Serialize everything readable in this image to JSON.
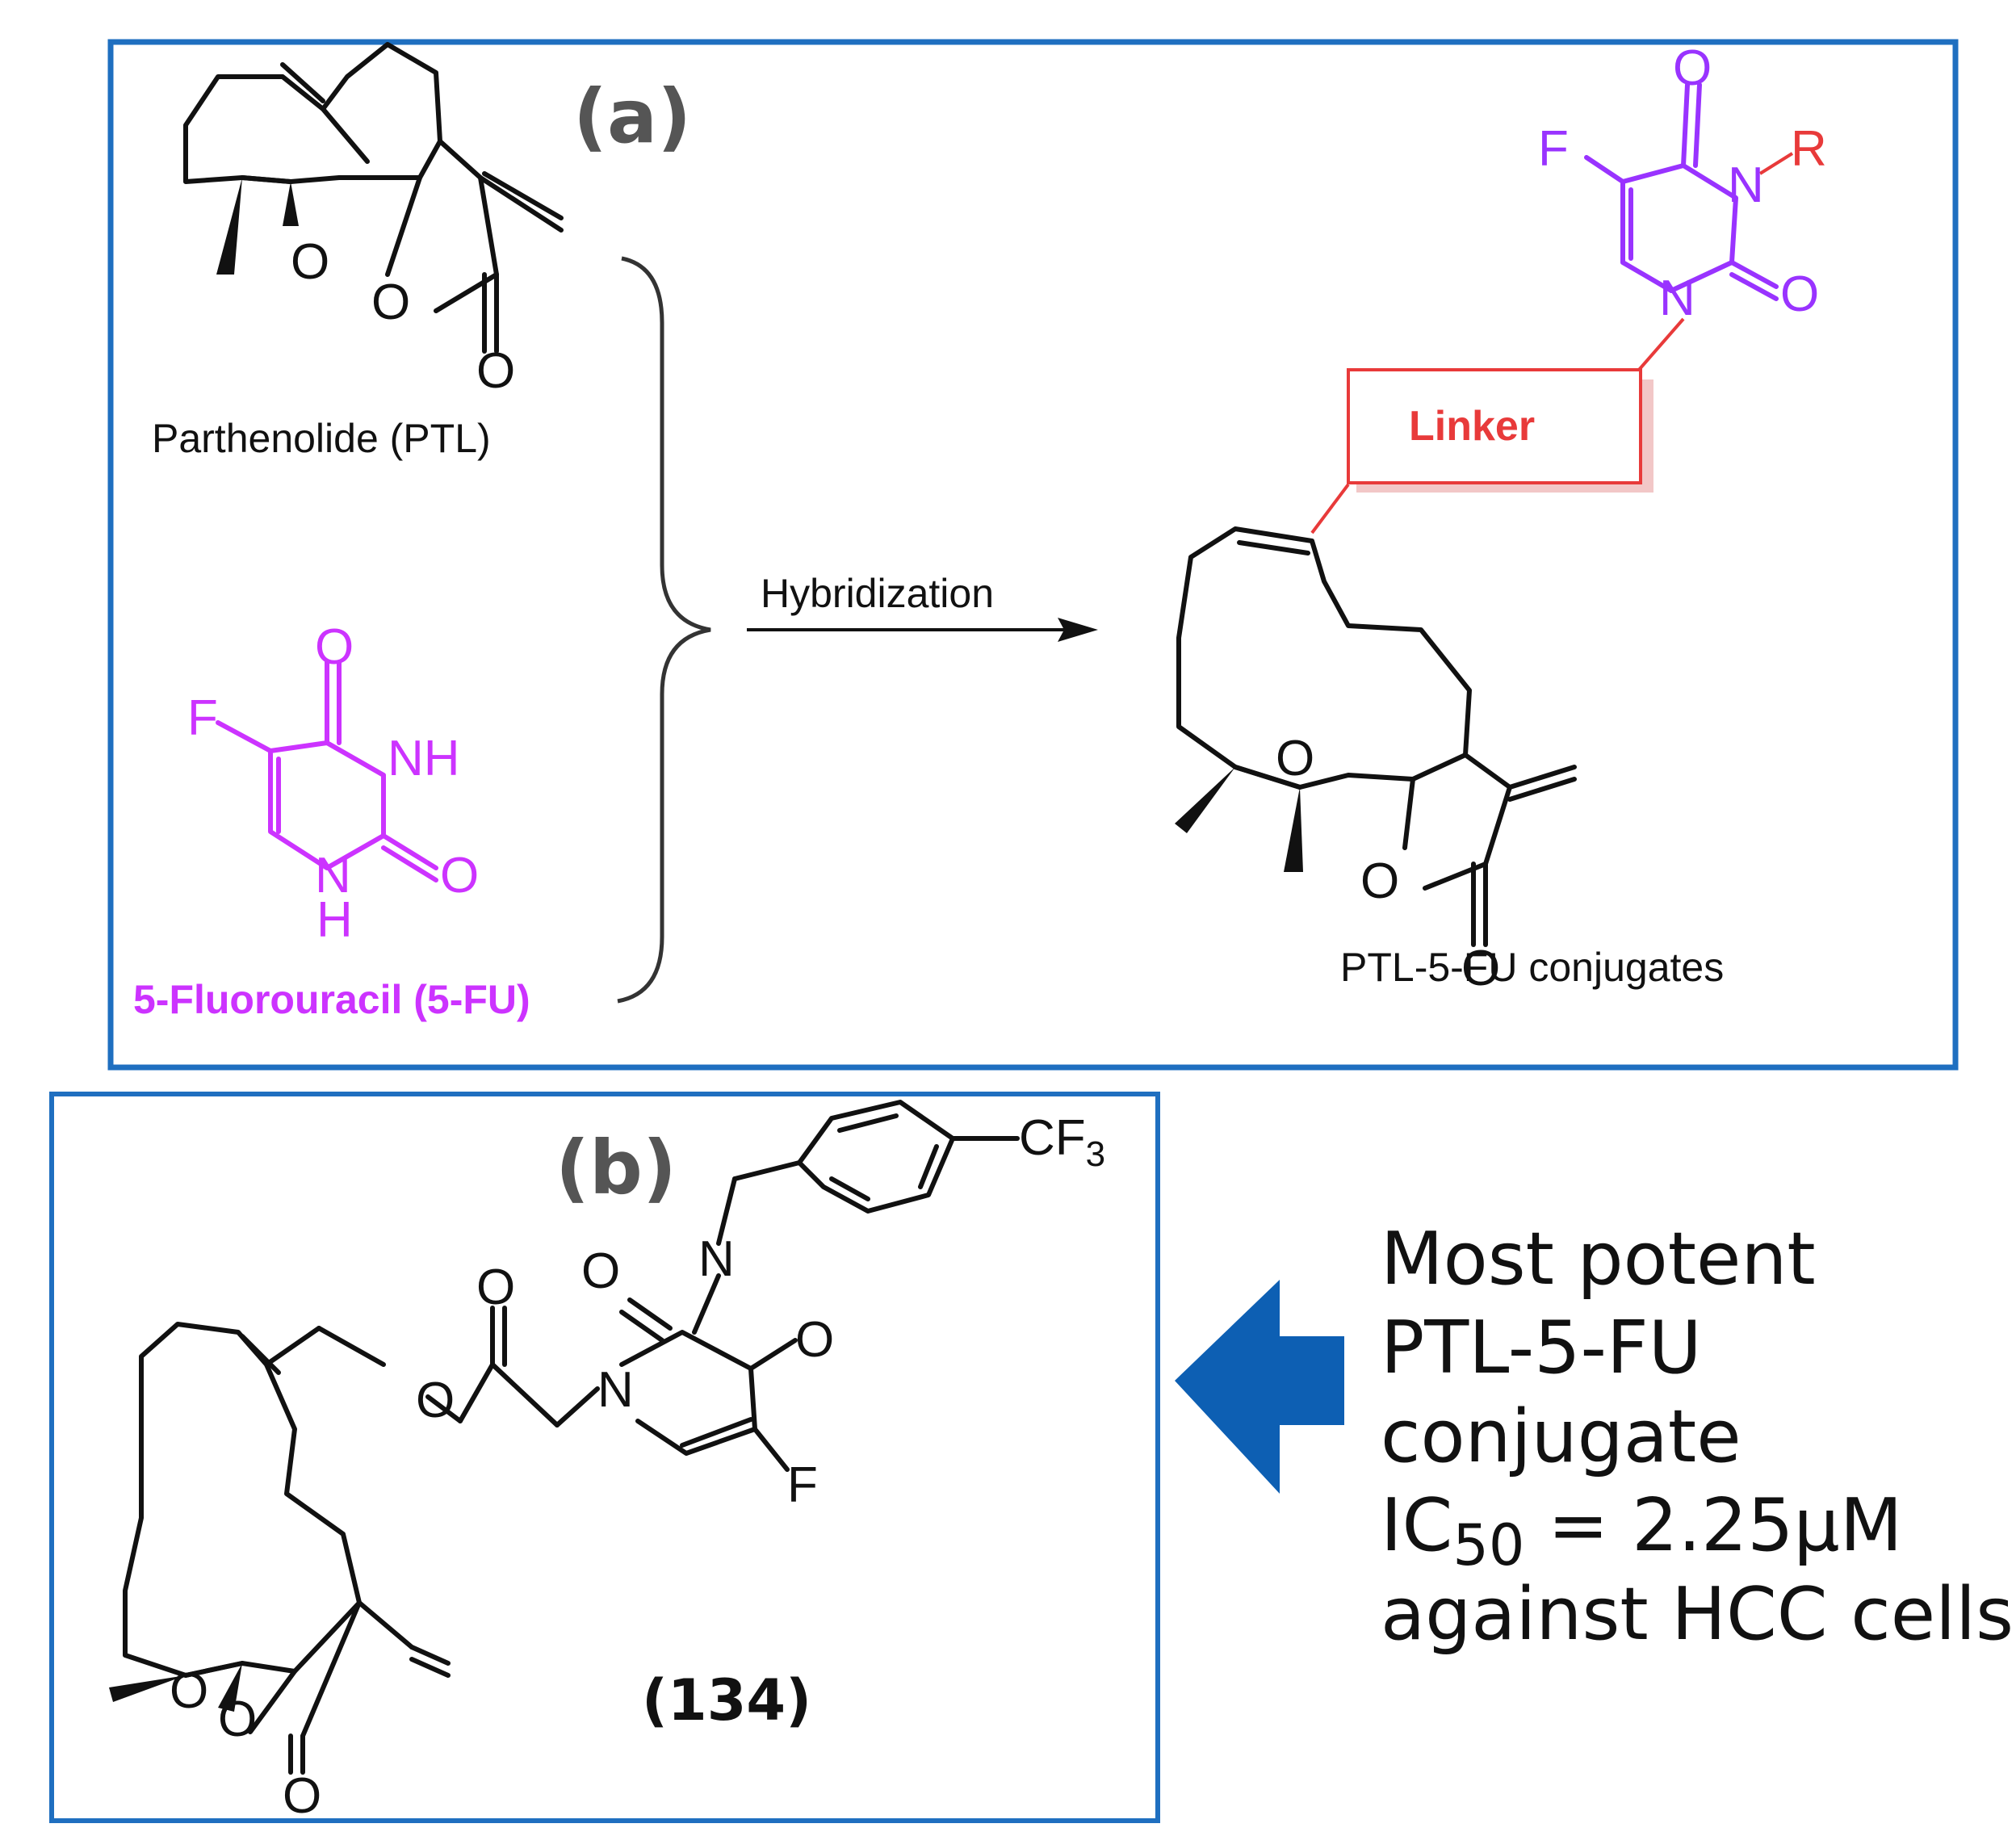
{
  "panel_a": {
    "tag": "(a)",
    "ptl_label": "Parthenolide (PTL)",
    "fu_label": "5-Fluorouracil (5-FU)",
    "arrow_label": "Hybridization",
    "conjugate_label": "PTL-5-FU conjugates",
    "linker_label": "Linker"
  },
  "panel_b": {
    "tag": "(b)",
    "compound_number": "(134)",
    "cf3_label": "CF3"
  },
  "side_text": {
    "line1": "Most potent",
    "line2": "PTL-5-FU",
    "line3": "conjugate",
    "line4_prefix": "IC",
    "line4_sub": "50",
    "line4_suffix": " = 2.25µM",
    "line5": "against HCC cells"
  },
  "atoms": {
    "O": "O",
    "F": "F",
    "N": "N",
    "H": "H",
    "NH": "NH",
    "R": "R"
  },
  "colors": {
    "frame": "#1f6fc0",
    "arrow": "#0d5fb3",
    "fu_magenta": "#cc33ff",
    "fu_violet": "#9933ff",
    "linker_red": "#e83a3a",
    "tag_gray": "#555555"
  }
}
